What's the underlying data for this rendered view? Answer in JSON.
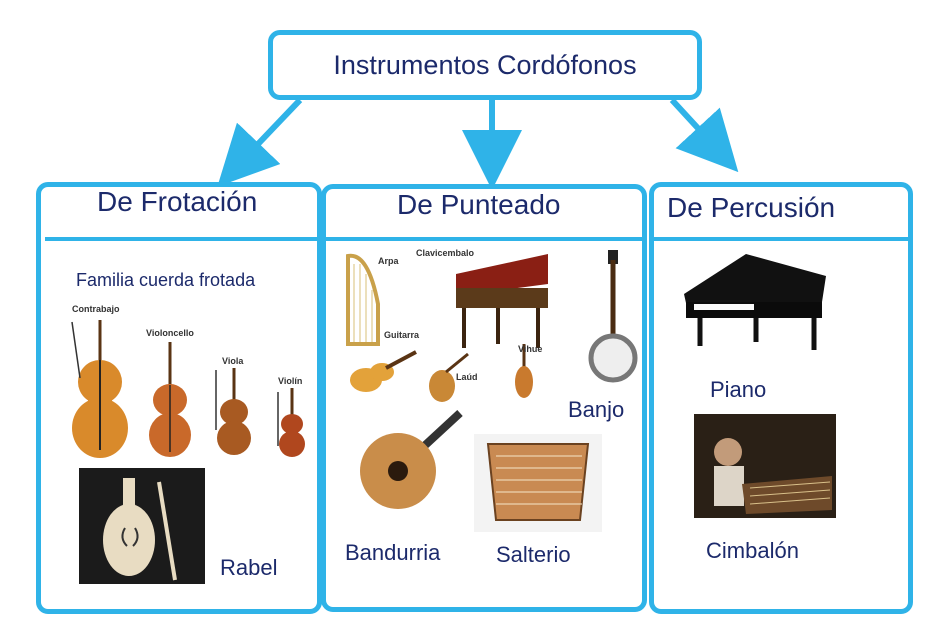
{
  "title": "Instrumentos Cordófonos",
  "columns": {
    "frotacion": {
      "heading": "De Frotación",
      "family_label": "Familia cuerda frotada",
      "family_members": [
        "Contrabajo",
        "Violoncello",
        "Viola",
        "Violín"
      ],
      "item_label": "Rabel"
    },
    "punteado": {
      "heading": "De Punteado",
      "mini_labels": [
        "Arpa",
        "Clavicembalo",
        "Guitarra",
        "Laúd",
        "Vihue"
      ],
      "items": [
        "Banjo",
        "Bandurria",
        "Salterio"
      ]
    },
    "percusion": {
      "heading": "De Percusión",
      "items": [
        "Piano",
        "Cimbalón"
      ]
    }
  },
  "colors": {
    "border": "#2fb3e8",
    "text": "#1c2a6b"
  }
}
